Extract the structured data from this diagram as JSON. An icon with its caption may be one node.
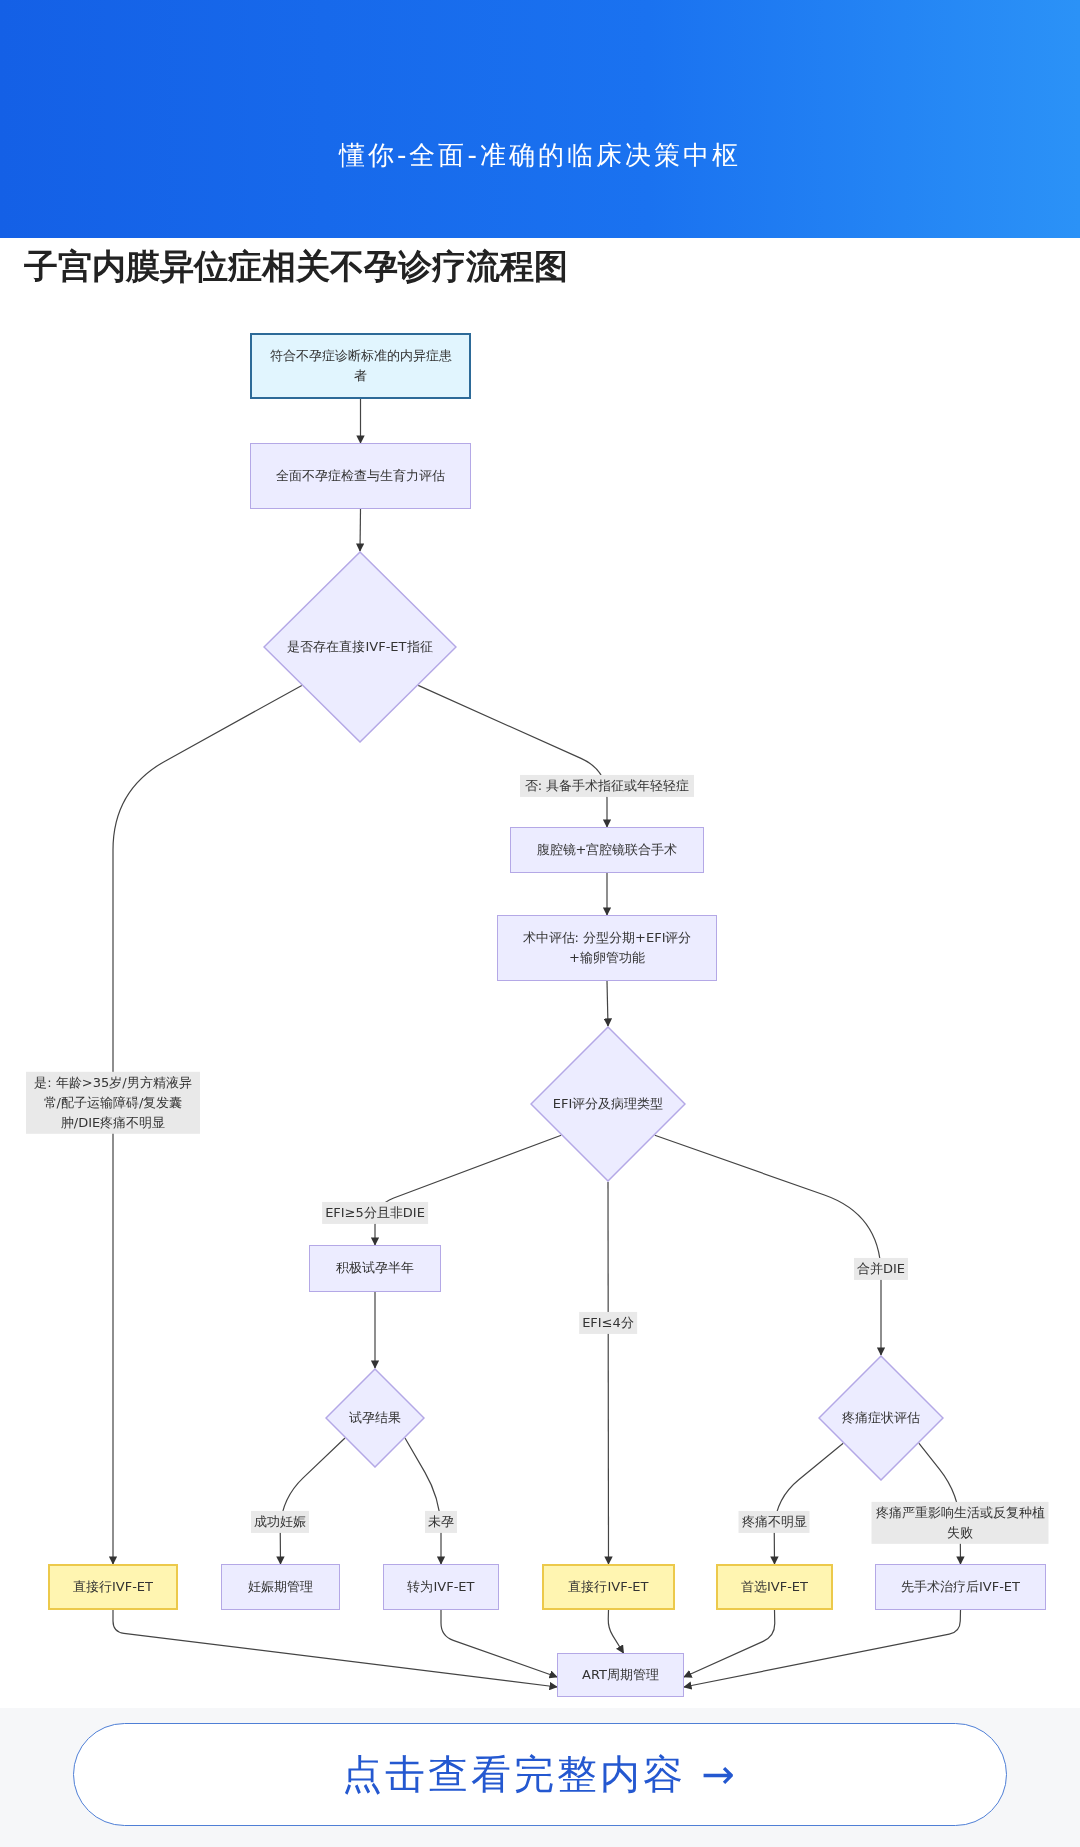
{
  "diagram": {
    "title": "子宫内膜异位症相关不孕诊疗流程图",
    "nodes": [
      {
        "text": [
          "符合不孕症诊断标准的内异症患者"
        ]
      },
      {
        "text": [
          "全面不孕症检查与生育力评估"
        ]
      },
      {
        "text": [
          "是否存在直接IVF-ET指征"
        ]
      },
      {
        "text": [
          "腹腔镜+宫腔镜联合手术"
        ]
      },
      {
        "text": [
          "术中评估: 分型分期+EFI评分+输卵管功能"
        ]
      },
      {
        "text": [
          "EFI评分及病理类型"
        ]
      },
      {
        "text": [
          "积极试孕半年"
        ]
      },
      {
        "text": [
          "试孕结果"
        ]
      },
      {
        "text": [
          "疼痛症状评估"
        ]
      },
      {
        "text": [
          "直接行IVF-ET"
        ]
      },
      {
        "text": [
          "妊娠期管理"
        ]
      },
      {
        "text": [
          "转为IVF-ET"
        ]
      },
      {
        "text": [
          "直接行IVF-ET"
        ]
      },
      {
        "text": [
          "首选IVF-ET"
        ]
      },
      {
        "text": [
          "先手术治疗后IVF-ET"
        ]
      },
      {
        "text": [
          "ART周期管理"
        ]
      }
    ],
    "edges": [
      {
        "from": 0,
        "to": 1,
        "arrow": "to"
      },
      {
        "from": 1,
        "to": 2,
        "arrow": "to"
      },
      {
        "from": 2,
        "to": 9,
        "arrow": "to",
        "label": "是: 年龄>35岁/男方精液异常/配子运输障碍/复发囊肿/DIE疼痛不明显"
      },
      {
        "from": 2,
        "to": 3,
        "arrow": "to",
        "label": "否: 具备手术指征或年轻轻症"
      },
      {
        "from": 3,
        "to": 4,
        "arrow": "to"
      },
      {
        "from": 4,
        "to": 5,
        "arrow": "to"
      },
      {
        "from": 5,
        "to": 6,
        "arrow": "to",
        "label": "EFI≥5分且非DIE"
      },
      {
        "from": 5,
        "to": 12,
        "arrow": "to",
        "label": "EFI≤4分"
      },
      {
        "from": 5,
        "to": 8,
        "arrow": "to",
        "label": "合并DIE"
      },
      {
        "from": 6,
        "to": 7,
        "arrow": "to"
      },
      {
        "from": 7,
        "to": 10,
        "arrow": "to",
        "label": "成功妊娠"
      },
      {
        "from": 7,
        "to": 11,
        "arrow": "to",
        "label": "未孕"
      },
      {
        "from": 8,
        "to": 13,
        "arrow": "to",
        "label": "疼痛不明显"
      },
      {
        "from": 8,
        "to": 14,
        "arrow": "to",
        "label": "疼痛严重影响生活或反复种植失败"
      },
      {
        "from": 9,
        "to": 15,
        "arrow": "to"
      },
      {
        "from": 11,
        "to": 15,
        "arrow": "to"
      },
      {
        "from": 12,
        "to": 15,
        "arrow": "to"
      },
      {
        "from": 13,
        "to": 15,
        "arrow": "to"
      },
      {
        "from": 14,
        "to": 15,
        "arrow": "to"
      }
    ],
    "labels": [
      "懂你-全面-准确的临床决策中枢",
      "点击查看完整内容 →"
    ]
  }
}
